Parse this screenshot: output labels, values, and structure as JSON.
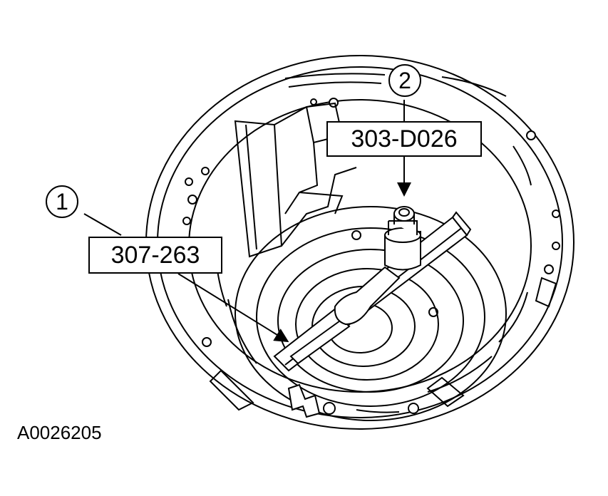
{
  "callouts": [
    {
      "number": "1",
      "tool_number": "307-263"
    },
    {
      "number": "2",
      "tool_number": "303-D026"
    }
  ],
  "figure_id": "A0026205"
}
